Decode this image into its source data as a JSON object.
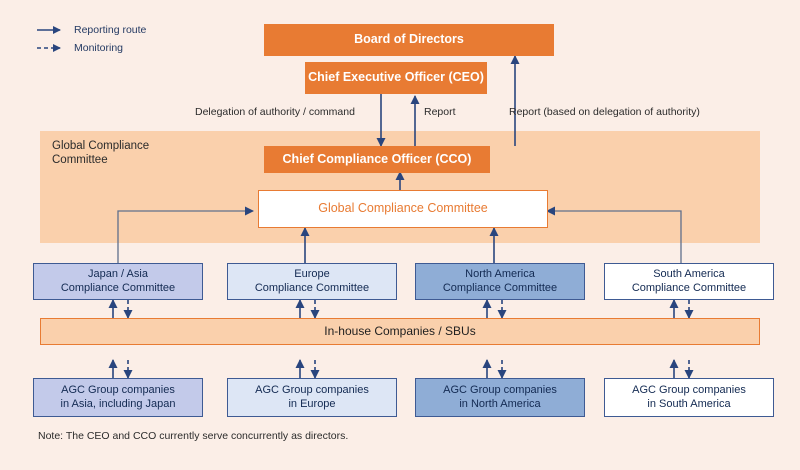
{
  "legend": {
    "items": [
      {
        "label": "Reporting route",
        "style": "solid",
        "icon": "solid-arrow-icon"
      },
      {
        "label": "Monitoring",
        "style": "dashed",
        "icon": "dashed-arrow-icon"
      }
    ]
  },
  "colors": {
    "page_background": "#fbeee7",
    "band_background": "#fad0ac",
    "orange_fill": "#e87b33",
    "orange_text": "#e87b33",
    "arrow_blue": "#29457e",
    "committee_border": "#3e5a93",
    "committee_fill_asia": "#c3caea",
    "committee_fill_europe": "#dde6f5",
    "committee_fill_north_america": "#8fadd6",
    "committee_fill_south_america": "#ffffff"
  },
  "nodes": {
    "board": "Board of Directors",
    "ceo": "Chief Executive Officer (CEO)",
    "cco": "Chief Compliance Officer (CCO)",
    "gcc": "Global Compliance Committee",
    "band_label": "Global Compliance\nCommittee",
    "inhouse": "In-house Companies / SBUs"
  },
  "edge_labels": {
    "delegation": "Delegation of authority / command",
    "report": "Report",
    "report_delegation": "Report (based on delegation of authority)"
  },
  "committees": [
    {
      "label": "Japan / Asia\nCompliance Committee",
      "fill": "fill-mid"
    },
    {
      "label": "Europe\nCompliance Committee",
      "fill": "fill-light"
    },
    {
      "label": "North America\nCompliance Committee",
      "fill": "fill-dark"
    },
    {
      "label": "South America\nCompliance Committee",
      "fill": "fill-white"
    }
  ],
  "group_companies": [
    {
      "label": "AGC Group companies\nin Asia, including Japan",
      "fill": "fill-mid"
    },
    {
      "label": "AGC Group companies\nin Europe",
      "fill": "fill-light"
    },
    {
      "label": "AGC Group companies\nin North America",
      "fill": "fill-dark"
    },
    {
      "label": "AGC Group companies\nin South America",
      "fill": "fill-white"
    }
  ],
  "note": "Note: The CEO and CCO currently serve concurrently as directors."
}
